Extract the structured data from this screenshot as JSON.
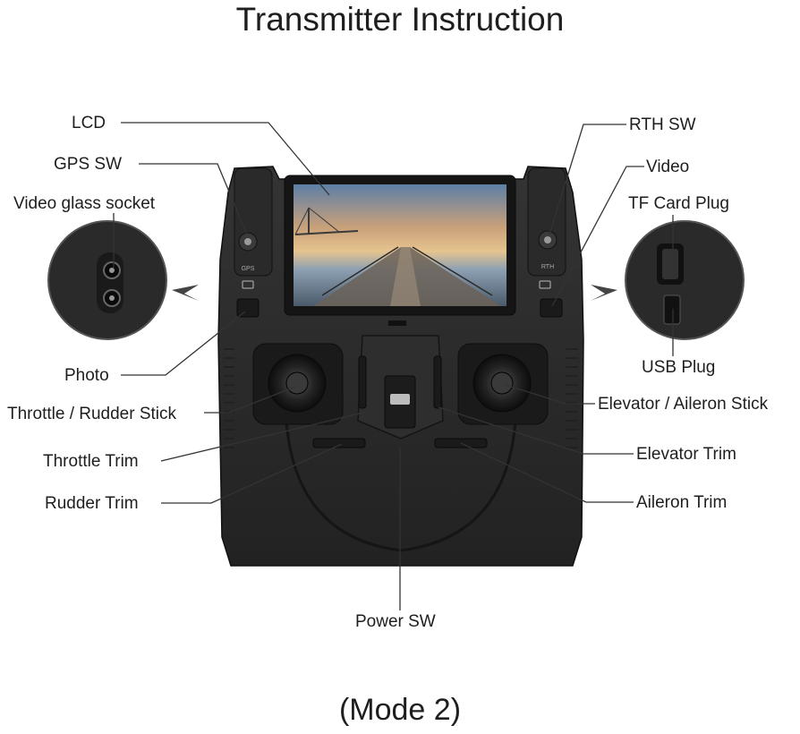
{
  "title": "Transmitter Instruction",
  "mode": "(Mode 2)",
  "labels": {
    "lcd": "LCD",
    "gps_sw": "GPS SW",
    "video_glass_socket": "Video glass socket",
    "photo": "Photo",
    "throttle_rudder_stick": "Throttle / Rudder Stick",
    "throttle_trim": "Throttle Trim",
    "rudder_trim": "Rudder Trim",
    "power_sw": "Power SW",
    "rth_sw": "RTH SW",
    "video": "Video",
    "tf_card_plug": "TF Card Plug",
    "usb_plug": "USB Plug",
    "elevator_aileron_stick": "Elevator / Aileron Stick",
    "elevator_trim": "Elevator Trim",
    "aileron_trim": "Aileron Trim"
  },
  "device_marks": {
    "gps": "GPS",
    "rth": "RTH"
  },
  "colors": {
    "body": "#2b2b2b",
    "body_dark": "#1a1a1a",
    "leader_line": "#333333",
    "text": "#1e1e1e"
  }
}
